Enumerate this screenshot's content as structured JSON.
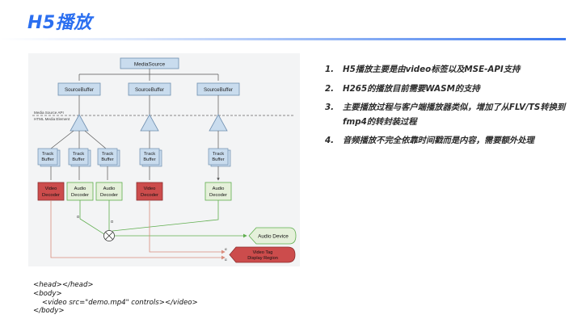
{
  "slide": {
    "title": "H5播放",
    "bullets": [
      {
        "num": "1.",
        "text": "H5播放主要是由video标签以及MSE-API支持"
      },
      {
        "num": "2.",
        "text": "H265的播放目前需要WASM的支持"
      },
      {
        "num": "3.",
        "text": "主要播放过程与客户端播放器类似，增加了从FLV/TS转换到fmp4的转封装过程"
      },
      {
        "num": "4.",
        "text": "音频播放不完全依靠时间戳而是内容，需要额外处理"
      }
    ],
    "code": {
      "line1": "<head></head>",
      "line2": "<body>",
      "line3": "    <video src=\"demo.mp4\" controls></video>",
      "line4": "</body>"
    }
  },
  "diagram": {
    "media_source": "MediaSource",
    "source_buffer": "SourceBuffer",
    "api_label": "Media Source API",
    "element_label": "HTML Media Element",
    "track_buffer_1": "Track",
    "track_buffer_2": "Buffer",
    "video_decoder_1": "Video",
    "video_decoder_2": "Decoder",
    "audio_decoder_1": "Audio",
    "audio_decoder_2": "Decoder",
    "audio_device": "Audio Device",
    "video_tag_1": "Video Tag",
    "video_tag_2": "Display Region",
    "alpha": "α",
    "colors": {
      "box_blue": "#c9dcee",
      "box_blue_border": "#6f8fb0",
      "video_red": "#cc4c4c",
      "audio_green": "#e5f0da",
      "green_line": "#5fae4e",
      "red_line": "#d98c7c",
      "accent": "#2b6ff0"
    }
  }
}
